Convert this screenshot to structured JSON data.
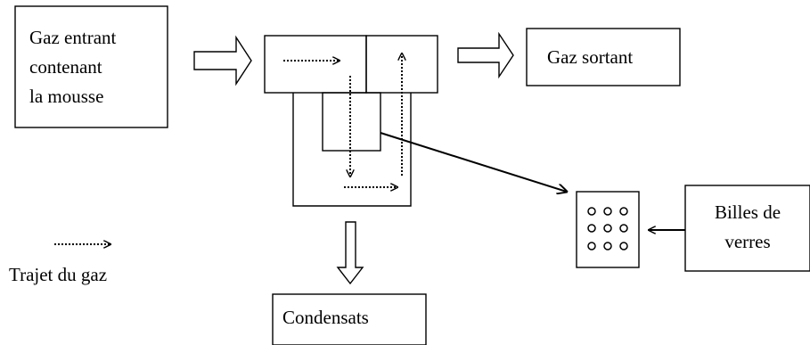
{
  "inlet_box": {
    "line1": "Gaz entrant",
    "line2": "contenant",
    "line3": "la mousse"
  },
  "outlet_box": {
    "label": "Gaz sortant"
  },
  "condensate_box": {
    "label": "Condensats"
  },
  "beads_box": {
    "line1": "Billes de",
    "line2": "verres"
  },
  "legend": {
    "label": "Trajet du gaz"
  },
  "icons": {
    "inlet_arrow": "hollow-right-arrow",
    "outlet_arrow": "hollow-right-arrow",
    "condensate_arrow": "hollow-down-arrow",
    "gas_path": "dotted-arrow",
    "beads": "circle-grid-3x3"
  }
}
